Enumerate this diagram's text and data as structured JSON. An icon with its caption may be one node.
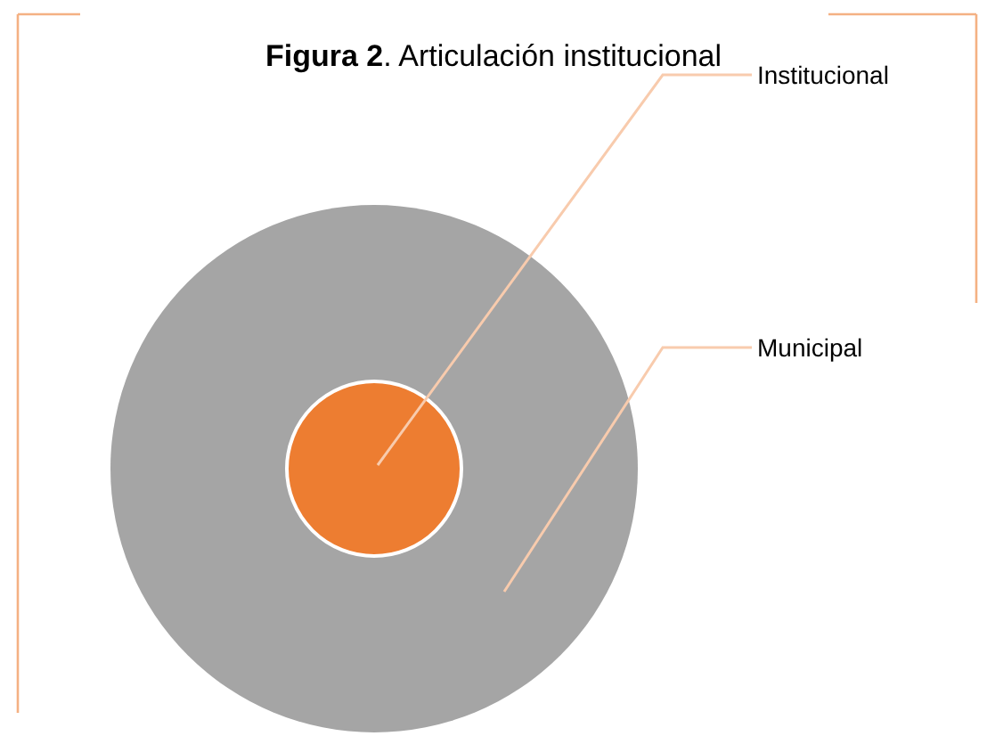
{
  "diagram": {
    "title": "**Figura 2**. Articulación institucional",
    "nodes": [
      {
        "text": [
          "Institucional"
        ]
      },
      {
        "text": [
          "Municipal"
        ]
      },
      {
        "text": [],
        "shape": "circle"
      },
      {
        "text": [],
        "shape": "circle",
        "in": 2
      }
    ],
    "edges": [
      {
        "from": 0,
        "to": 3,
        "arrow": "none"
      },
      {
        "from": 1,
        "to": 2,
        "arrow": "none"
      }
    ]
  }
}
